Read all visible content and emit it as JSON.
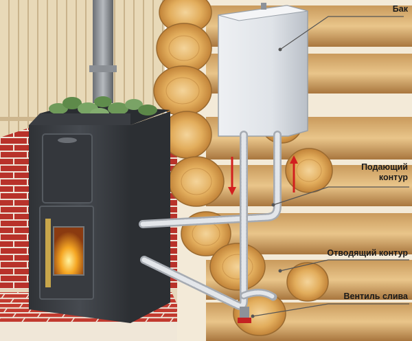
{
  "labels": {
    "tank": "Бак",
    "supply_line1": "Подающий",
    "supply_line2": "контур",
    "return": "Отводящий контур",
    "drain_valve": "Вентиль слива"
  },
  "colors": {
    "stove_body": "#3e4247",
    "brick": "#b8322a",
    "log_end": "#e6b86a",
    "tank": "#d9dde2",
    "pipe": "#c8ccd2",
    "stones": "#6f9a5a",
    "arrow_red": "#d21f1f",
    "arrow_grey": "#8c8c8c"
  }
}
